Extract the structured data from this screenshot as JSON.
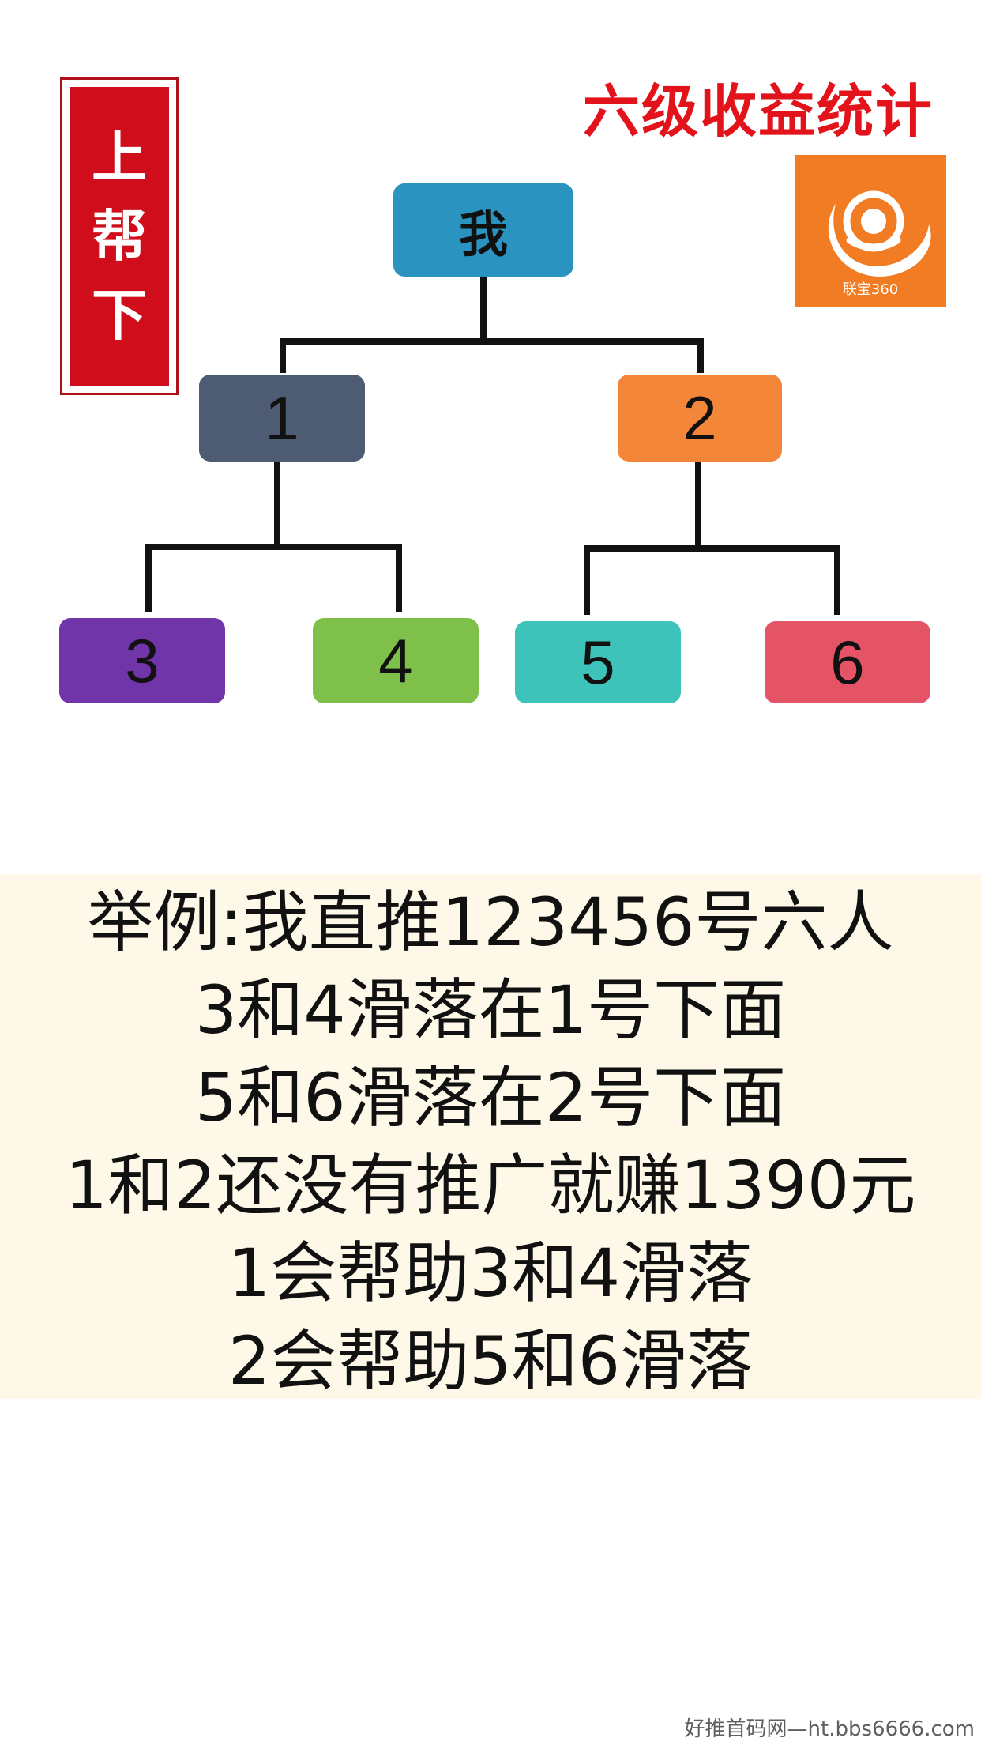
{
  "stamp": {
    "chars": [
      "上",
      "帮",
      "下"
    ]
  },
  "title": "六级收益统计",
  "logo": {
    "text": "联宝360",
    "color": "#f27c23"
  },
  "tree": {
    "root": {
      "label": "我",
      "color": "#2b93c0"
    },
    "level1": [
      {
        "label": "1",
        "color": "#4d5b73"
      },
      {
        "label": "2",
        "color": "#f4863a"
      }
    ],
    "level2": [
      {
        "label": "3",
        "color": "#7035a8"
      },
      {
        "label": "4",
        "color": "#7fc04b"
      },
      {
        "label": "5",
        "color": "#3ec3bb"
      },
      {
        "label": "6",
        "color": "#e55366"
      }
    ]
  },
  "example_lines": [
    "举例:我直推123456号六人",
    "3和4滑落在1号下面",
    "5和6滑落在2号下面",
    "1和2还没有推广就赚1390元",
    "1会帮助3和4滑落",
    "2会帮助5和6滑落"
  ],
  "watermark": "好推首码网—ht.bbs6666.com"
}
